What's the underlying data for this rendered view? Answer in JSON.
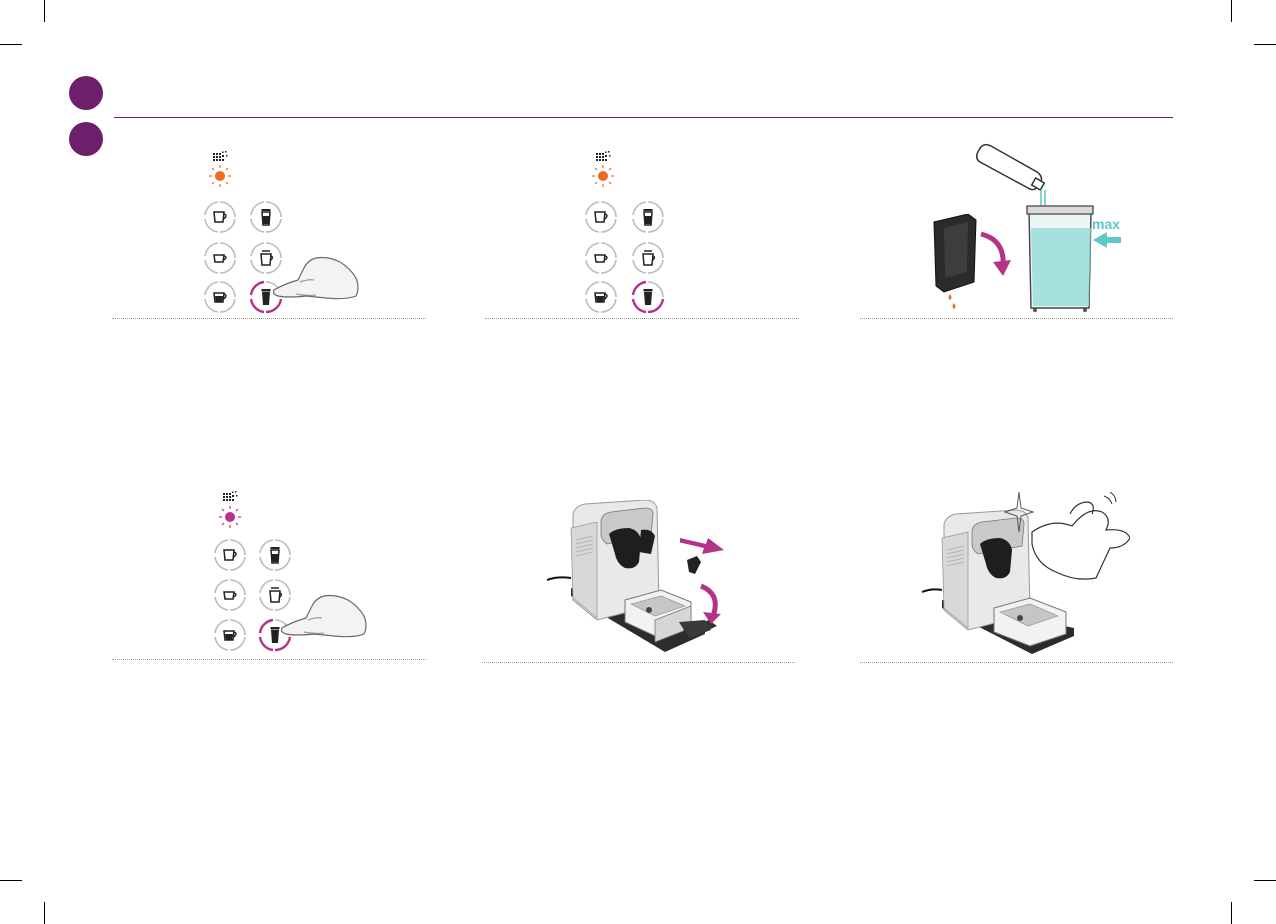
{
  "colors": {
    "brand_purple": "#6d1f6c",
    "accent_magenta": "#b3338b",
    "alert_orange": "#ef6a1d",
    "water_cyan": "#5fc7c9",
    "ring_grey": "#bdbdbd"
  },
  "steps": [
    {
      "panel": "top-left",
      "indicator": "blinking-orange-light",
      "pressed": "cup-button-large"
    },
    {
      "panel": "top-middle",
      "indicator": "blinking-orange-light",
      "pressed": "cup-button-large"
    },
    {
      "panel": "top-right",
      "illustration": "fill-water-tank"
    },
    {
      "panel": "bottom-left",
      "indicator": "blinking-purple-light",
      "pressed": "cup-button-large"
    },
    {
      "panel": "bottom-middle",
      "illustration": "remove-drip-tray"
    },
    {
      "panel": "bottom-right",
      "illustration": "wipe-machine"
    }
  ],
  "labels": {
    "max": "max"
  }
}
